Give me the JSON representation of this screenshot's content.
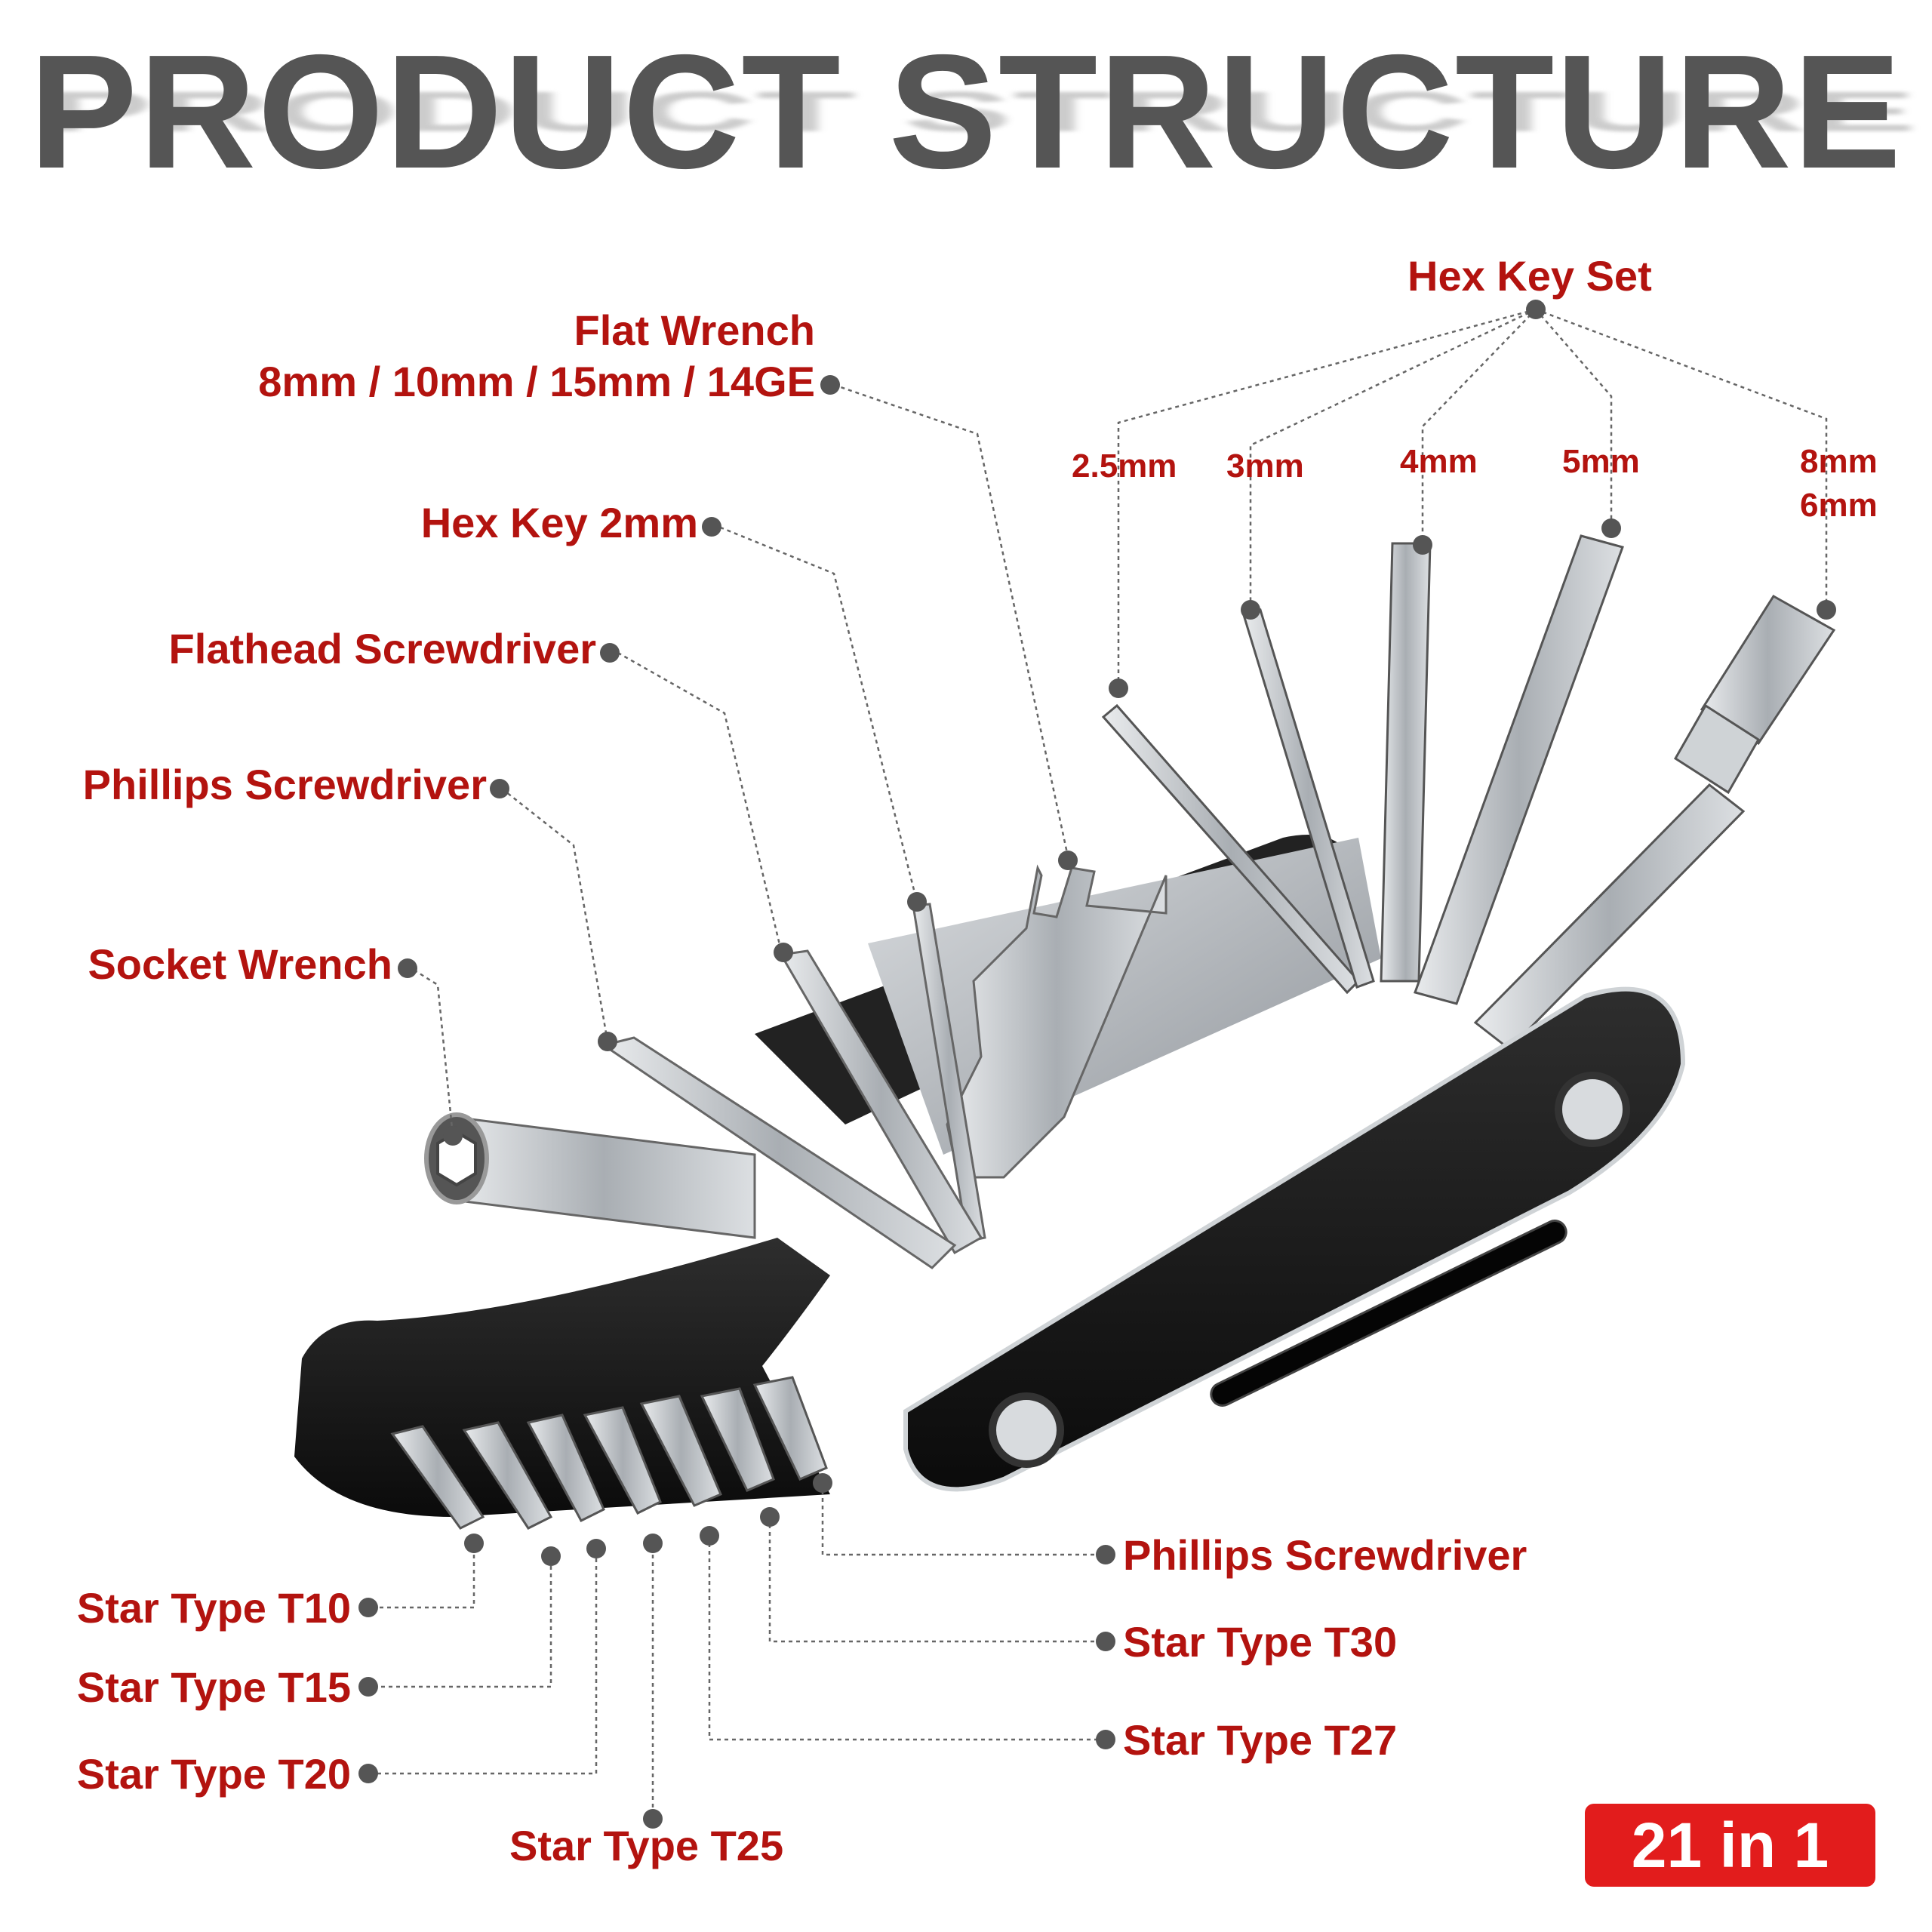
{
  "title": "PRODUCT STRUCTURE",
  "badge": "21 in 1",
  "labels": {
    "flat_wrench_title": "Flat  Wrench",
    "flat_wrench_sizes": "8mm / 10mm / 15mm / 14GE",
    "hex_key_2mm": "Hex Key 2mm",
    "flathead": "Flathead Screwdriver",
    "phillips_top": "Phillips Screwdriver",
    "socket_wrench": "Socket Wrench",
    "hex_key_set": "Hex Key Set",
    "hex_2_5": "2.5mm",
    "hex_3": "3mm",
    "hex_4": "4mm",
    "hex_5": "5mm",
    "hex_8": "8mm",
    "hex_6": "6mm",
    "phillips_bottom": "Phillips Screwdriver",
    "t30": "Star Type T30",
    "t27": "Star Type T27",
    "t10": "Star Type T10",
    "t15": "Star Type T15",
    "t20": "Star Type T20",
    "t25": "Star Type T25"
  },
  "colors": {
    "label_red": "#b3130f",
    "title_gray": "#555555",
    "badge_red": "#e21c1c",
    "tool_black": "#1a1a1a",
    "steel": "#bfc3c7"
  }
}
